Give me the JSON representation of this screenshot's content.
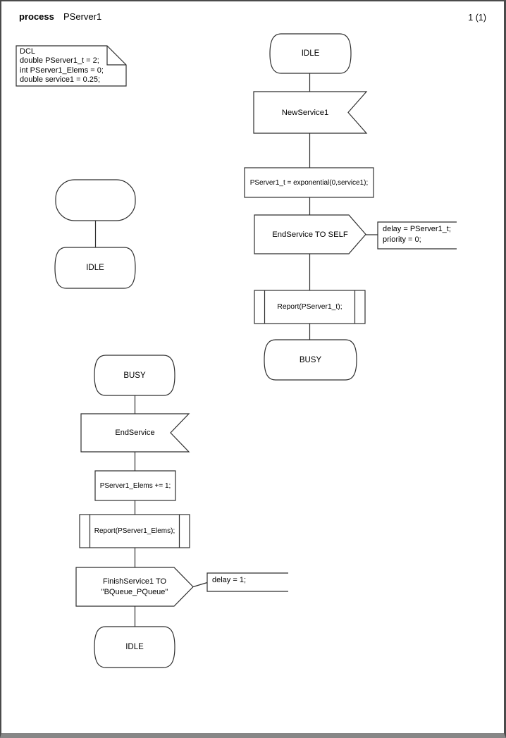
{
  "header": {
    "kind_label": "process",
    "process_name": "PServer1",
    "page_number": "1 (1)"
  },
  "declarations": {
    "lines": [
      "DCL",
      "double PServer1_t = 2;",
      "int PServer1_Elems = 0;",
      "double service1 = 0.25;"
    ]
  },
  "right_flow": {
    "state_top": "IDLE",
    "input_signal": "NewService1",
    "task": "PServer1_t = exponential(0,service1);",
    "output_signal": "EndService TO SELF",
    "comment_lines": [
      "delay = PServer1_t;",
      "priority = 0;"
    ],
    "procedure_call": "Report(PServer1_t);",
    "state_bottom": "BUSY"
  },
  "start_fragment": {
    "state": "IDLE"
  },
  "left_flow": {
    "state_top": "BUSY",
    "input_signal": "EndService",
    "task": "PServer1_Elems += 1;",
    "procedure_call": "Report(PServer1_Elems);",
    "output_lines": [
      "FinishService1 TO",
      "\"BQueue_PQueue\""
    ],
    "comment": "delay = 1;",
    "state_bottom": "IDLE"
  },
  "colors": {
    "stroke": "#2e2e2e",
    "page_border": "#4b4b4b",
    "background": "#ffffff"
  }
}
